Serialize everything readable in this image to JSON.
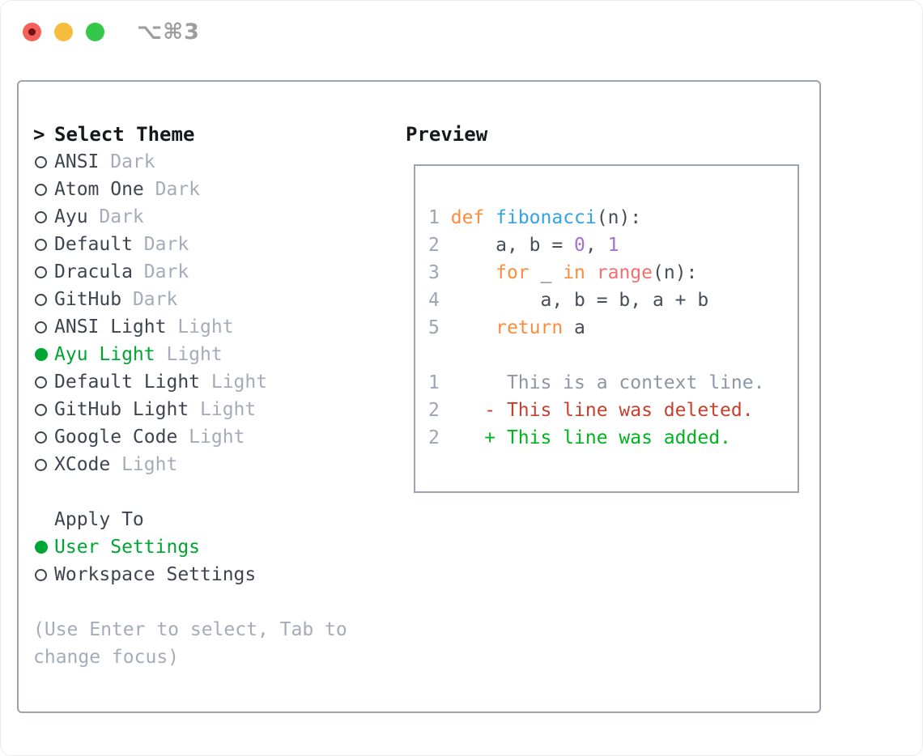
{
  "window": {
    "title": "⌥⌘3"
  },
  "colors": {
    "heading": "#15181c",
    "text_dark": "#3f4550",
    "muted": "#a4acb9",
    "green": "#00a632",
    "border": "#9aa3af",
    "titlebar_text": "#9d9d9d",
    "traffic_close": "#f4605a",
    "traffic_close_dot": "#70120e",
    "traffic_minimize": "#f6bc3e",
    "traffic_zoom": "#34c749",
    "code": "#484e59",
    "keyword": "#fa8d3e",
    "function": "#33a2e6",
    "number": "#a372cf",
    "builtin": "#f0716f",
    "line_number": "#9ba5b3",
    "context": "#8d97a3",
    "deleted": "#c6402e",
    "added": "#00b41e"
  },
  "left_panel": {
    "header": {
      "prefix": ">",
      "label": "Select Theme"
    },
    "themes": [
      {
        "name": "ANSI",
        "variant": "Dark",
        "selected": false
      },
      {
        "name": "Atom One",
        "variant": "Dark",
        "selected": false
      },
      {
        "name": "Ayu",
        "variant": "Dark",
        "selected": false
      },
      {
        "name": "Default",
        "variant": "Dark",
        "selected": false
      },
      {
        "name": "Dracula",
        "variant": "Dark",
        "selected": false
      },
      {
        "name": "GitHub",
        "variant": "Dark",
        "selected": false
      },
      {
        "name": "ANSI Light",
        "variant": "Light",
        "selected": false
      },
      {
        "name": "Ayu Light",
        "variant": "Light",
        "selected": true
      },
      {
        "name": "Default Light",
        "variant": "Light",
        "selected": false
      },
      {
        "name": "GitHub Light",
        "variant": "Light",
        "selected": false
      },
      {
        "name": "Google Code",
        "variant": "Light",
        "selected": false
      },
      {
        "name": "XCode",
        "variant": "Light",
        "selected": false
      }
    ],
    "apply_to": {
      "label": "Apply To",
      "options": [
        {
          "name": "User Settings",
          "selected": true
        },
        {
          "name": "Workspace Settings",
          "selected": false
        }
      ]
    },
    "hint_lines": [
      "(Use Enter to select, Tab to",
      "change focus)"
    ]
  },
  "preview": {
    "label": "Preview",
    "lines": [
      {
        "num": "1",
        "segments": [
          [
            " ",
            "code"
          ],
          [
            "def",
            "keyword"
          ],
          [
            " ",
            "code"
          ],
          [
            "fibonacci",
            "function"
          ],
          [
            "(n):",
            "code"
          ]
        ]
      },
      {
        "num": "2",
        "segments": [
          [
            "     a, b = ",
            "code"
          ],
          [
            "0",
            "number"
          ],
          [
            ", ",
            "code"
          ],
          [
            "1",
            "number"
          ]
        ]
      },
      {
        "num": "3",
        "segments": [
          [
            "     ",
            "code"
          ],
          [
            "for",
            "keyword"
          ],
          [
            " _ ",
            "code"
          ],
          [
            "in",
            "keyword"
          ],
          [
            " ",
            "code"
          ],
          [
            "range",
            "builtin"
          ],
          [
            "(n):",
            "code"
          ]
        ]
      },
      {
        "num": "4",
        "segments": [
          [
            "         a, b = b, a + b",
            "code"
          ]
        ]
      },
      {
        "num": "5",
        "segments": [
          [
            "     ",
            "code"
          ],
          [
            "return",
            "keyword"
          ],
          [
            " a",
            "code"
          ]
        ]
      },
      {
        "num": "",
        "segments": []
      },
      {
        "num": "1",
        "segments": [
          [
            "      This is a context line.",
            "context"
          ]
        ]
      },
      {
        "num": "2",
        "segments": [
          [
            "    - This line was deleted.",
            "deleted"
          ]
        ]
      },
      {
        "num": "2",
        "segments": [
          [
            "    + This line was added.",
            "added"
          ]
        ]
      }
    ]
  }
}
